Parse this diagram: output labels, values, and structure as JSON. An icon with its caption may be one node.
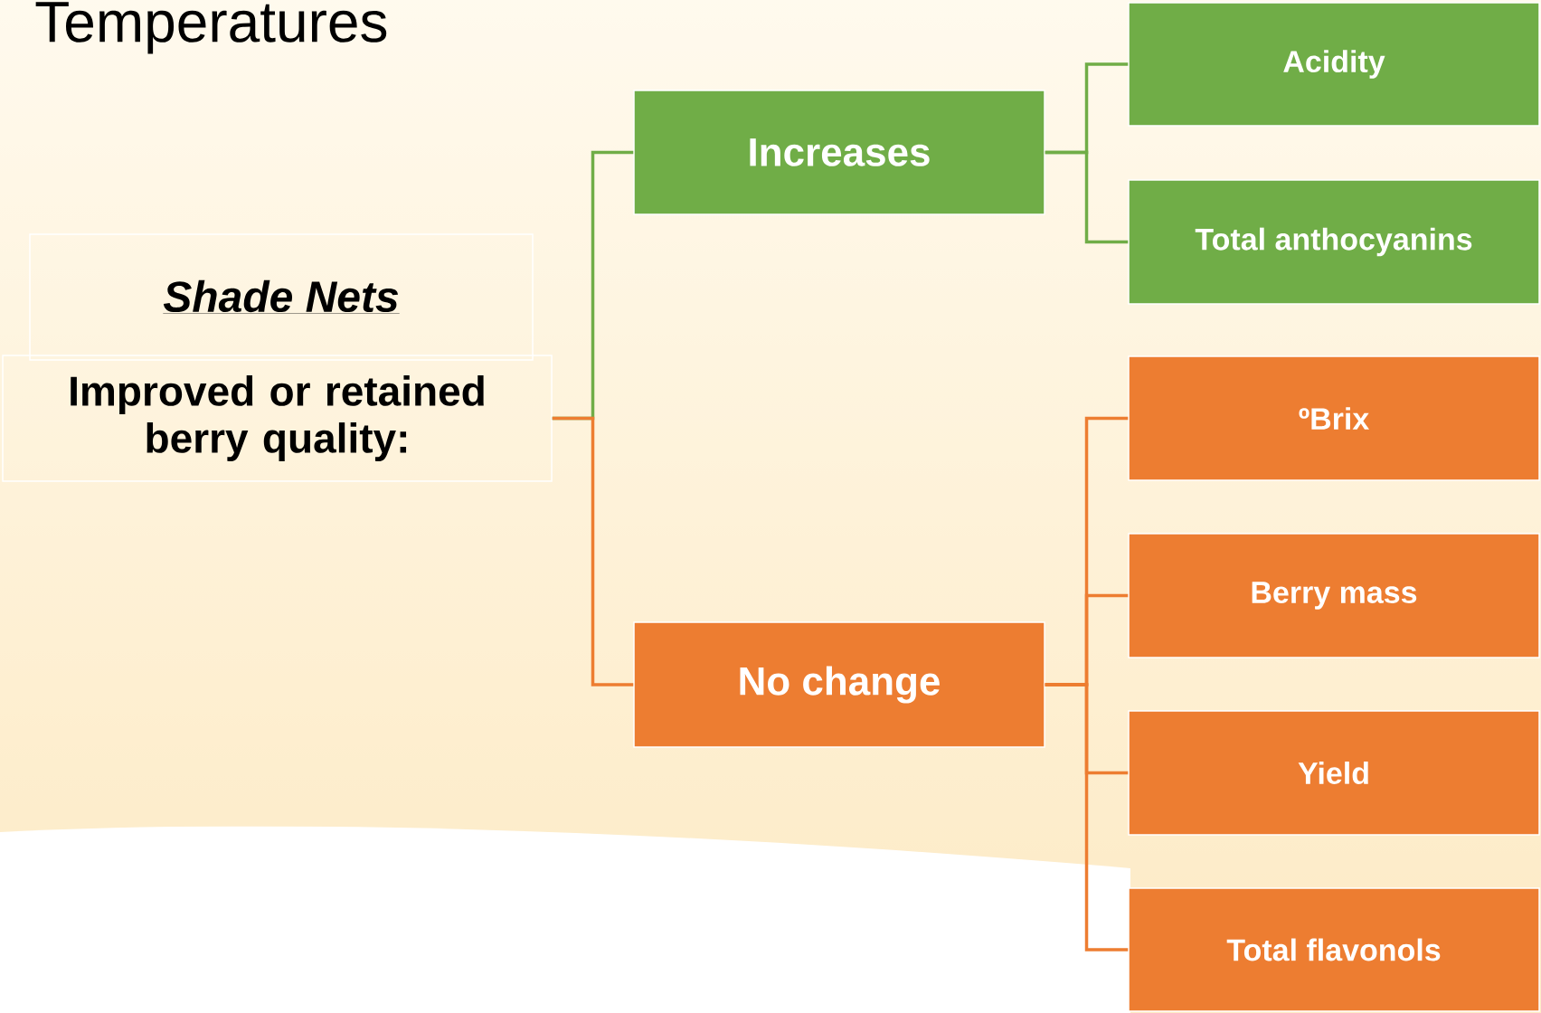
{
  "diagram": {
    "title": "Temperatures",
    "nodes": [
      {
        "text": [
          "Shade Nets"
        ]
      },
      {
        "text": [
          "Improved or retained berry quality:"
        ]
      },
      {
        "text": [
          "Increases"
        ]
      },
      {
        "text": [
          "No change"
        ]
      },
      {
        "text": [
          "Acidity"
        ]
      },
      {
        "text": [
          "Total anthocyanins"
        ]
      },
      {
        "text": [
          "ºBrix"
        ]
      },
      {
        "text": [
          "Berry mass"
        ]
      },
      {
        "text": [
          "Yield"
        ]
      },
      {
        "text": [
          "Total flavonols"
        ]
      }
    ],
    "edges": [
      {
        "from": 1,
        "to": 2,
        "arrow": "none",
        "color": "#70ad47"
      },
      {
        "from": 1,
        "to": 3,
        "arrow": "none",
        "color": "#ed7d31"
      },
      {
        "from": 2,
        "to": 4,
        "arrow": "none",
        "color": "#70ad47"
      },
      {
        "from": 2,
        "to": 5,
        "arrow": "none",
        "color": "#70ad47"
      },
      {
        "from": 3,
        "to": 6,
        "arrow": "none",
        "color": "#ed7d31"
      },
      {
        "from": 3,
        "to": 7,
        "arrow": "none",
        "color": "#ed7d31"
      },
      {
        "from": 3,
        "to": 8,
        "arrow": "none",
        "color": "#ed7d31"
      },
      {
        "from": 3,
        "to": 9,
        "arrow": "none",
        "color": "#ed7d31"
      }
    ]
  }
}
